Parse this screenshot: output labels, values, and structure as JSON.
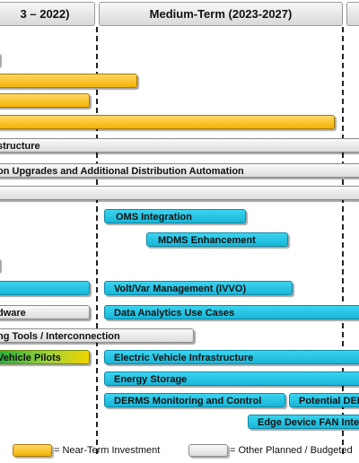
{
  "chart_data": {
    "type": "bar",
    "headers": [
      {
        "label": "3 – 2022)"
      },
      {
        "label": "Medium-Term (2023-2027)"
      },
      {
        "label": ""
      }
    ],
    "legend": [
      {
        "label": "= Near-Term Investment",
        "color": "#f4b400"
      },
      {
        "label": "= Other Planned / Budgeted",
        "color": "#dcdcdc"
      }
    ],
    "bars": [
      {
        "label": "",
        "color": "grey"
      },
      {
        "label": "",
        "color": "yellow"
      },
      {
        "label": "",
        "color": "yellow"
      },
      {
        "label": "",
        "color": "yellow"
      },
      {
        "label": "structure",
        "color": "grey"
      },
      {
        "label": "on Upgrades and Additional Distribution Automation",
        "color": "grey"
      },
      {
        "label": "",
        "color": "grey"
      },
      {
        "label": "OMS Integration",
        "color": "cyan"
      },
      {
        "label": "MDMS Enhancement",
        "color": "cyan"
      },
      {
        "label": "",
        "color": "grey"
      },
      {
        "label": "",
        "color": "cyan"
      },
      {
        "label": "Volt/Var Management (IVVO)",
        "color": "cyan"
      },
      {
        "label": "dware",
        "color": "grey"
      },
      {
        "label": "Data Analytics Use Cases",
        "color": "cyan"
      },
      {
        "label": "ng Tools / Interconnection",
        "color": "grey"
      },
      {
        "label": "Vehicle Pilots",
        "color": "green"
      },
      {
        "label": "Electric Vehicle Infrastructure",
        "color": "cyan"
      },
      {
        "label": "Energy Storage",
        "color": "cyan"
      },
      {
        "label": "DERMS Monitoring and Control",
        "color": "cyan"
      },
      {
        "label": "Potential DEI",
        "color": "cyan"
      },
      {
        "label": "Edge Device FAN Inte",
        "color": "cyan"
      }
    ]
  }
}
